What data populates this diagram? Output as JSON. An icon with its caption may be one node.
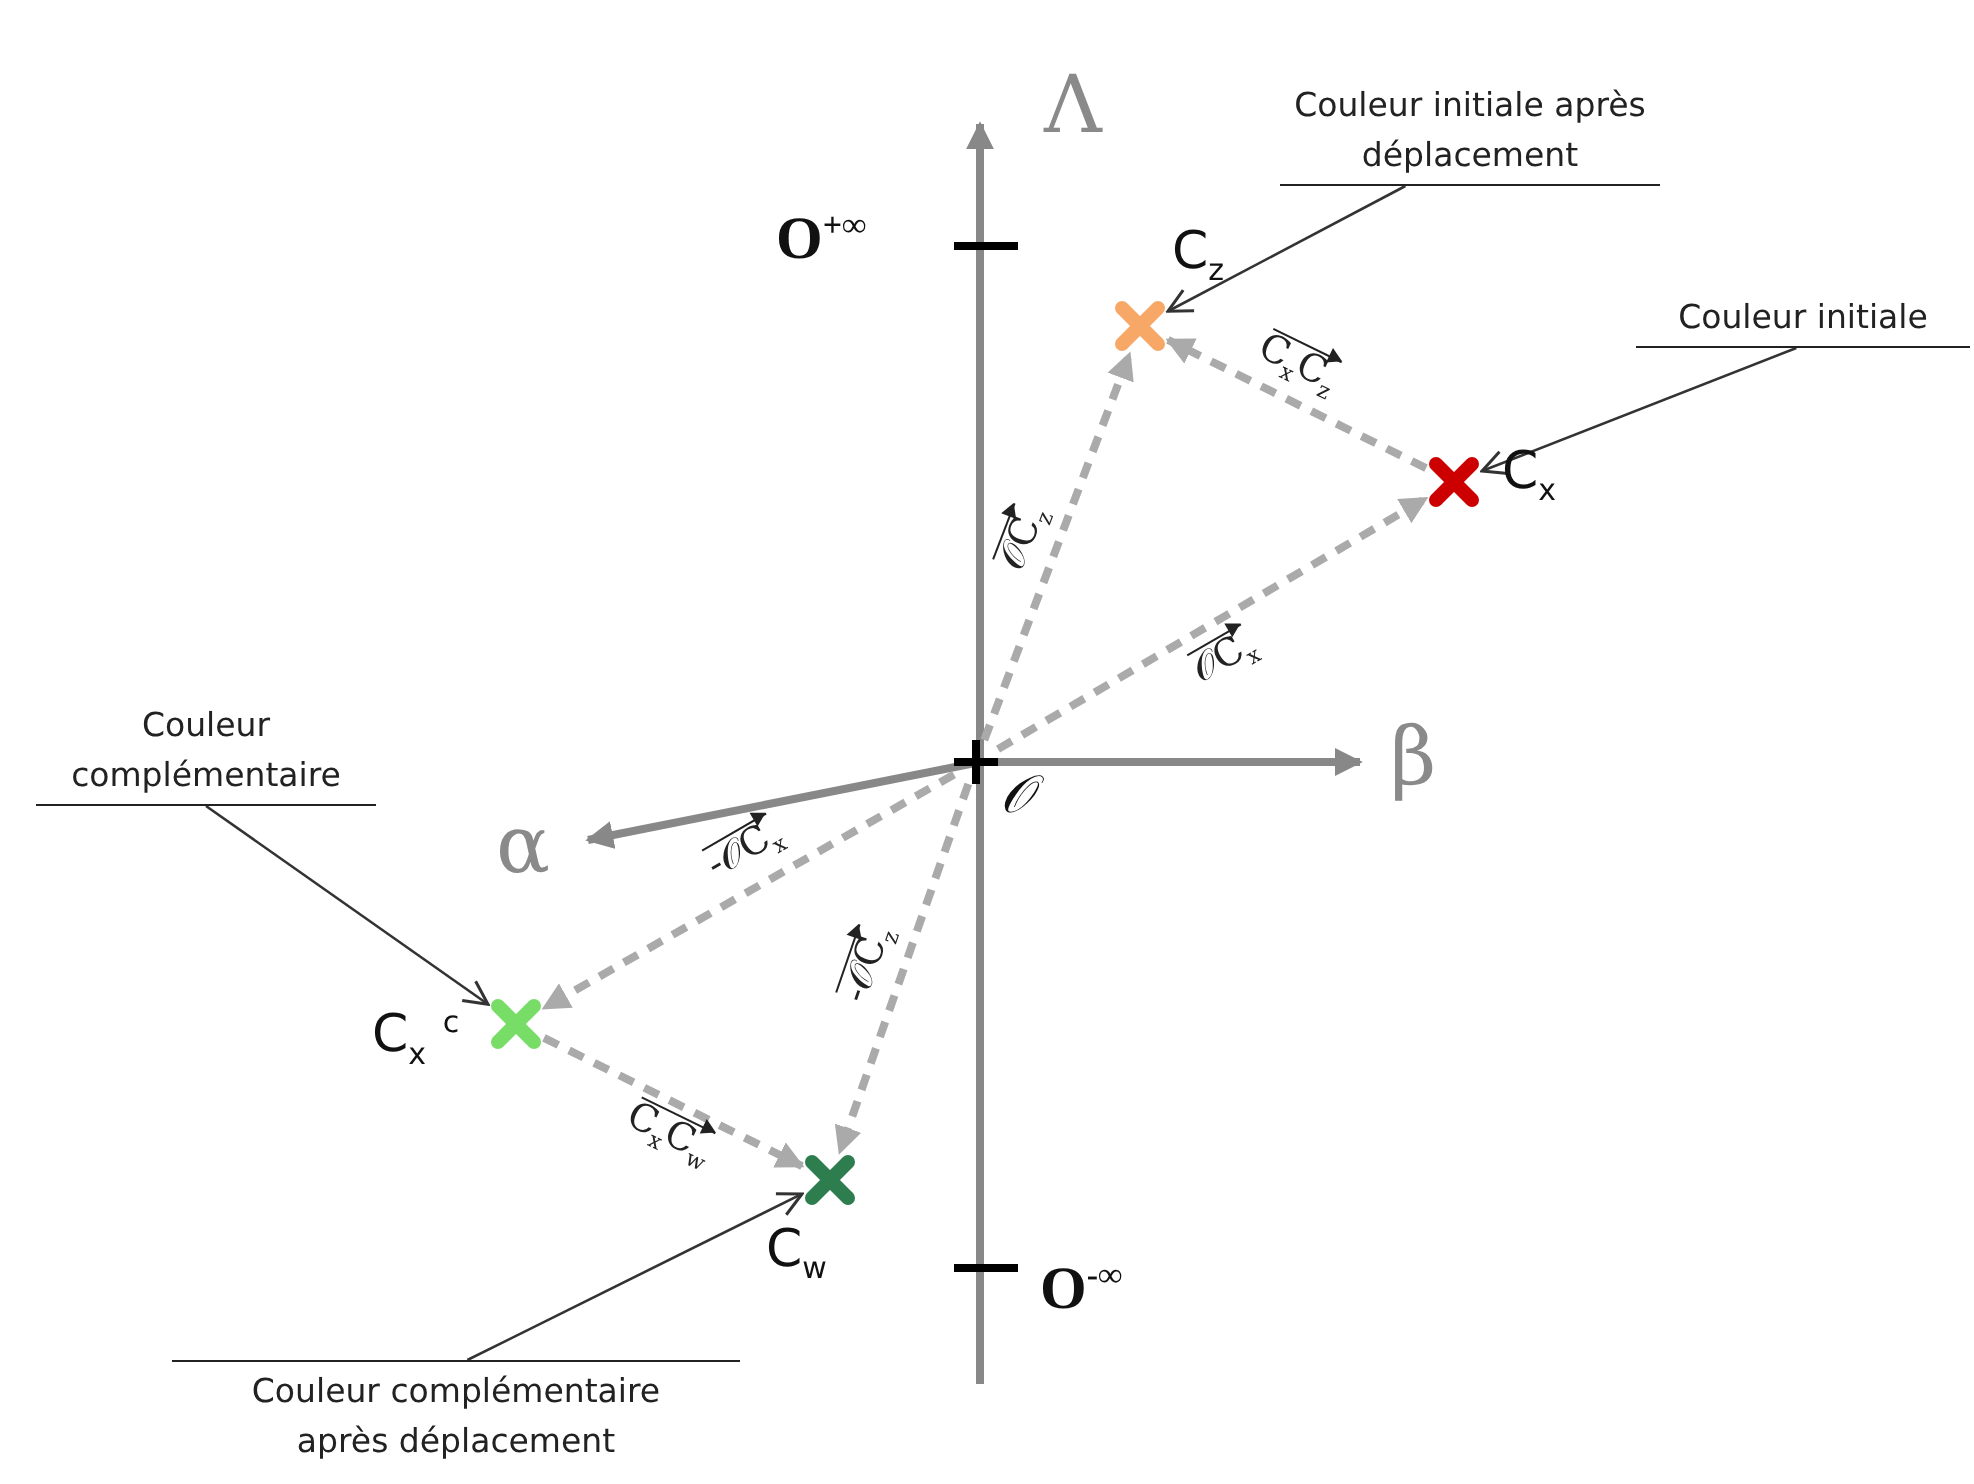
{
  "diagram": {
    "nodes": [
      {
        "text": [
          "𝒪"
        ]
      },
      {
        "text": [
          "C$_{z}$"
        ]
      },
      {
        "text": [
          "C$_{x}$"
        ]
      },
      {
        "text": [
          "C$_{x}$ $^{c}$"
        ]
      },
      {
        "text": [
          "C$_{w}$"
        ]
      },
      {
        "text": [
          "Couleur initiale après déplacement"
        ]
      },
      {
        "text": [
          "Couleur initiale"
        ]
      },
      {
        "text": [
          "Couleur complémentaire"
        ]
      },
      {
        "text": [
          "Couleur complémentaire après déplacement"
        ]
      }
    ],
    "edges": [
      {
        "from": 0,
        "to": 1,
        "arrow": "to",
        "label": "𝒪C$_{z}$",
        "style": "dashed"
      },
      {
        "from": 0,
        "to": 2,
        "arrow": "to",
        "label": "𝒪C$_{x}$",
        "style": "dashed"
      },
      {
        "from": 2,
        "to": 1,
        "arrow": "to",
        "label": "C$_{x}$C$_{z}$",
        "style": "dashed"
      },
      {
        "from": 0,
        "to": 3,
        "arrow": "to",
        "label": "-𝒪C$_{x}$",
        "style": "dashed"
      },
      {
        "from": 0,
        "to": 4,
        "arrow": "to",
        "label": "-𝒪C$_{z}$",
        "style": "dashed"
      },
      {
        "from": 3,
        "to": 4,
        "arrow": "to",
        "label": "C$_{x}$C$_{w}$",
        "style": "dashed"
      },
      {
        "from": 5,
        "to": 1,
        "arrow": "to",
        "color": "#333333"
      },
      {
        "from": 6,
        "to": 2,
        "arrow": "to",
        "color": "#333333"
      },
      {
        "from": 7,
        "to": 3,
        "arrow": "to",
        "color": "#333333"
      },
      {
        "from": 8,
        "to": 4,
        "arrow": "to",
        "color": "#333333"
      }
    ],
    "labels": [
      "Λ",
      "O$^{+∞}$",
      "β",
      "α",
      "O$^{-∞}$"
    ]
  }
}
